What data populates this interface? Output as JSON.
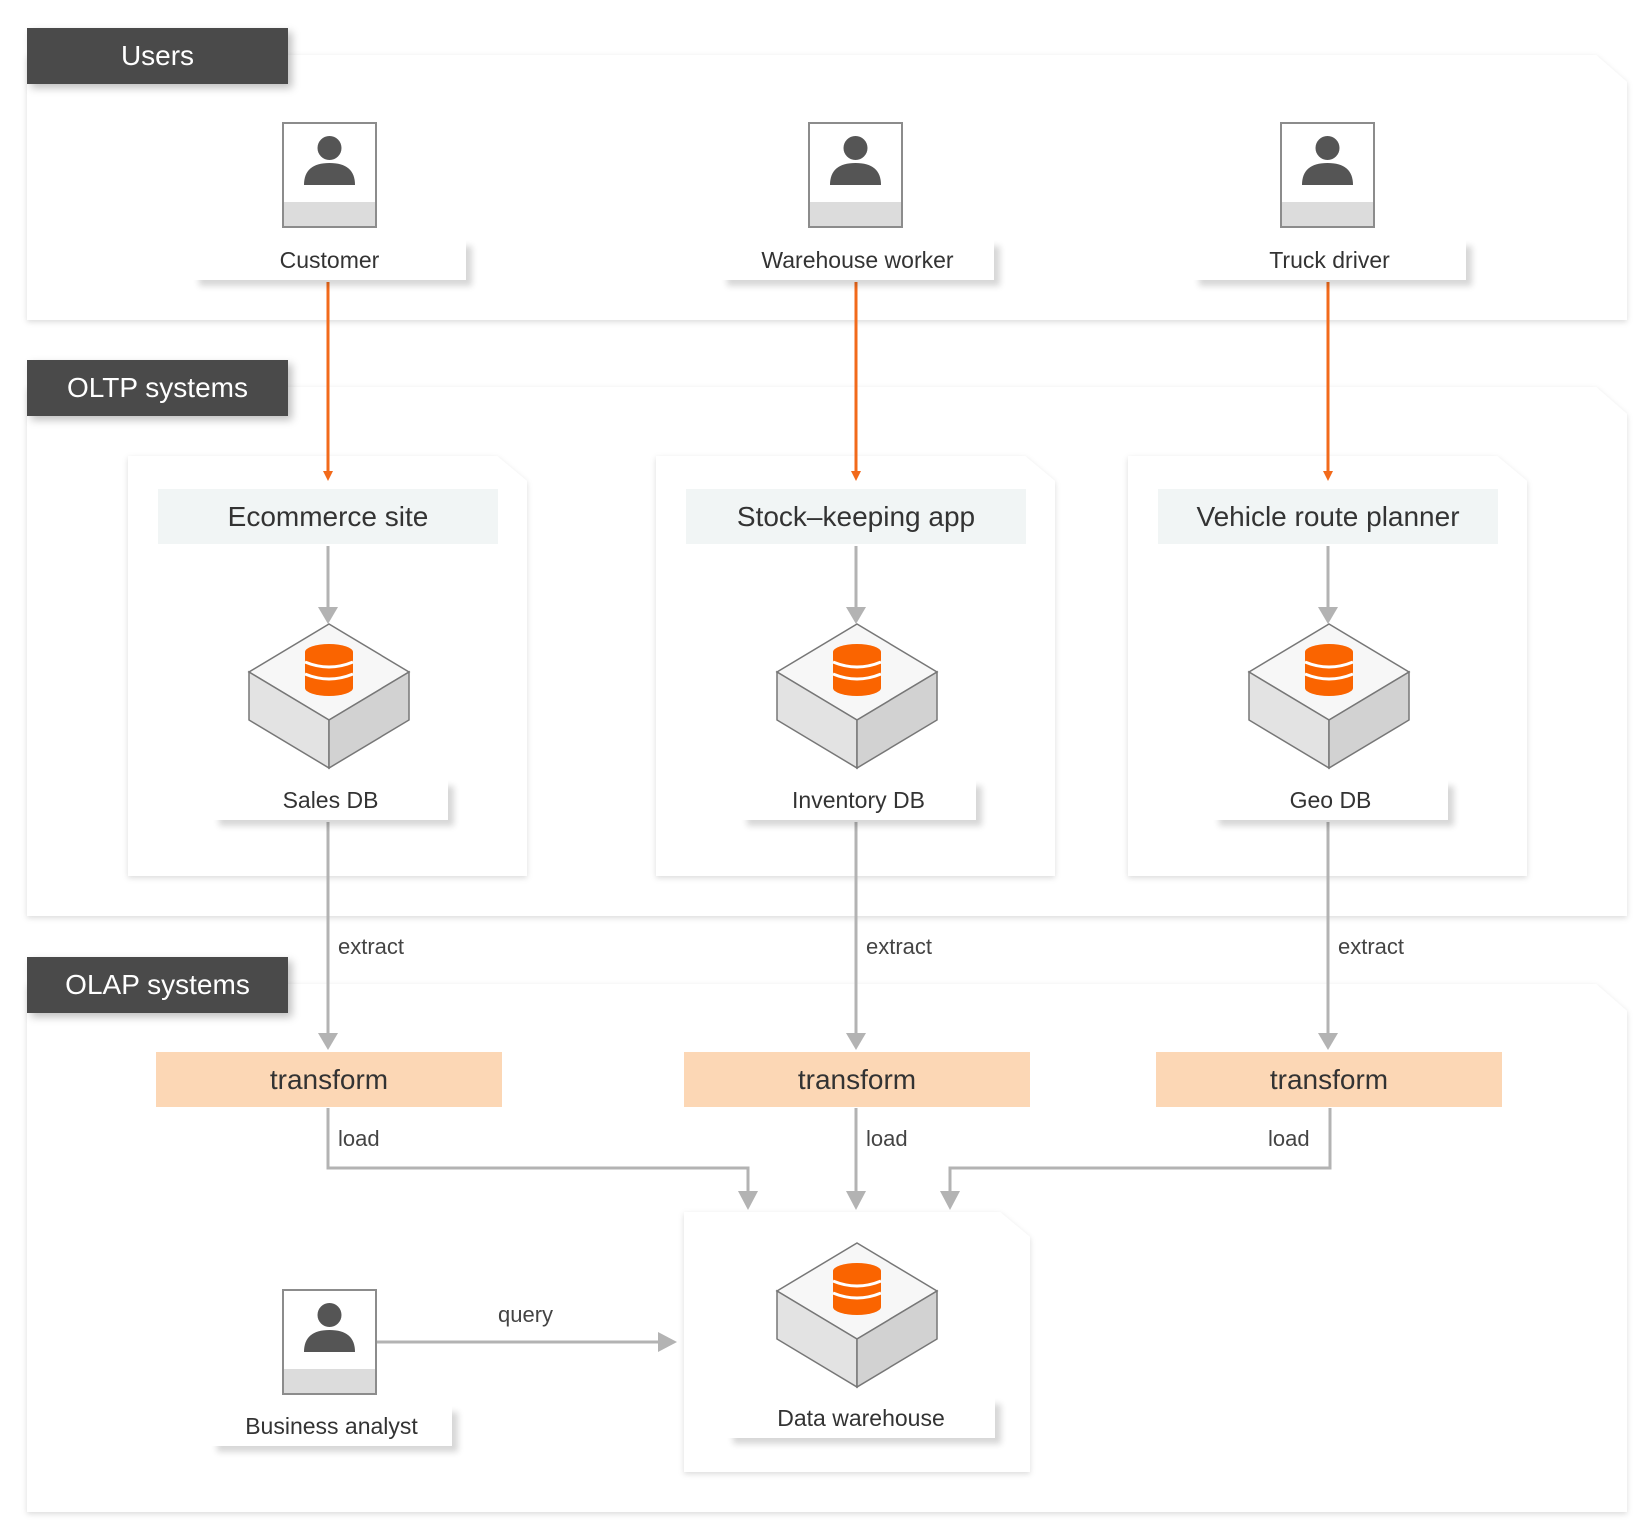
{
  "sections": {
    "users": "Users",
    "oltp": "OLTP systems",
    "olap": "OLAP systems"
  },
  "users": [
    {
      "label": "Customer",
      "icon": "person-icon"
    },
    {
      "label": "Warehouse worker",
      "icon": "person-icon"
    },
    {
      "label": "Truck driver",
      "icon": "person-icon"
    }
  ],
  "oltp_systems": [
    {
      "app": "Ecommerce site",
      "db": "Sales DB",
      "icon": "database-icon"
    },
    {
      "app": "Stock–keeping app",
      "db": "Inventory DB",
      "icon": "database-icon"
    },
    {
      "app": "Vehicle route planner",
      "db": "Geo DB",
      "icon": "database-icon"
    }
  ],
  "edges": {
    "extract": "extract",
    "load": "load",
    "query": "query"
  },
  "transform_label": "transform",
  "warehouse": {
    "label": "Data warehouse",
    "icon": "database-icon"
  },
  "analyst": {
    "label": "Business analyst",
    "icon": "person-icon"
  },
  "colors": {
    "orange_arrow": "#f26a1b",
    "gray_arrow": "#b3b3b3",
    "db_orange": "#fa6400",
    "section_header": "#4a4a4a",
    "transform_fill": "#fcd7b5",
    "app_fill": "#f1f5f5"
  }
}
